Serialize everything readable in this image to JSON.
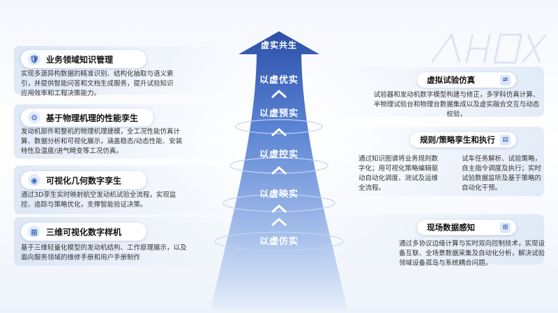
{
  "left": [
    {
      "title": "业务领域知识管理",
      "icon": "shield-icon",
      "desc": "实现多源异构数据的精准识别、结构化抽取与语义索引，并提供智能问答和文档生成服务，提升试验知识应用效率和工程决策能力。"
    },
    {
      "title": "基于物理机理的性能孪生",
      "icon": "robot-arm-icon",
      "desc": "发动机部件和整机的物理机理建模，全工况性能仿真计算、数据分析和可视化展示，涵盖稳态/动态性能、安装特性及温度/进气畸变等工况仿真。"
    },
    {
      "title": "可视化几何数字孪生",
      "icon": "eye-icon",
      "desc": "通过3D孪生实时映射航空发动机试验全流程，实现监控、追踪与策略优化，支撑智能验证决策。"
    },
    {
      "title": "三维可视化数字样机",
      "icon": "cube-icon",
      "desc": "基于三维轻量化模型的发动机结构、工作原理展示，以及面向服务领域的维修手册和用户手册制作"
    }
  ],
  "right": [
    {
      "title": "虚拟试验仿真",
      "icon": "simulation-icon",
      "desc": "试验器和发动机数字模型构建与修正，多学科仿真计算、半物理试验台和物理台数据集成以及虚实融合交互与动态校验，"
    },
    {
      "title": "规则/策略孪生和执行",
      "icon": "calendar-icon",
      "desc_a": "通过知识图谱将业务规则数字化；用可视化策略编辑驱动自动化调度、测试及运维全流程。",
      "desc_b": "试车任务解析、试验策略，自主指令调度及执行；实时试验数据监听及基于策略的自动化干预。"
    },
    {
      "title": "现场数据感知",
      "icon": "network-icon",
      "desc": "通过多协议边缘计算与实时双向控制技术，实现设备互联、全场景数据采集及自动化分析，解决试验领域设备孤岛与系统耦合问题。"
    }
  ],
  "stages": [
    "虚实共生",
    "以虚优实",
    "以虚预实",
    "以虚控实",
    "以虚映实",
    "以虚仿实"
  ],
  "colors": {
    "arrow_top": "#2c4fa8",
    "arrow_bottom": "#cfdcf4",
    "accent": "#2f5fbf"
  }
}
